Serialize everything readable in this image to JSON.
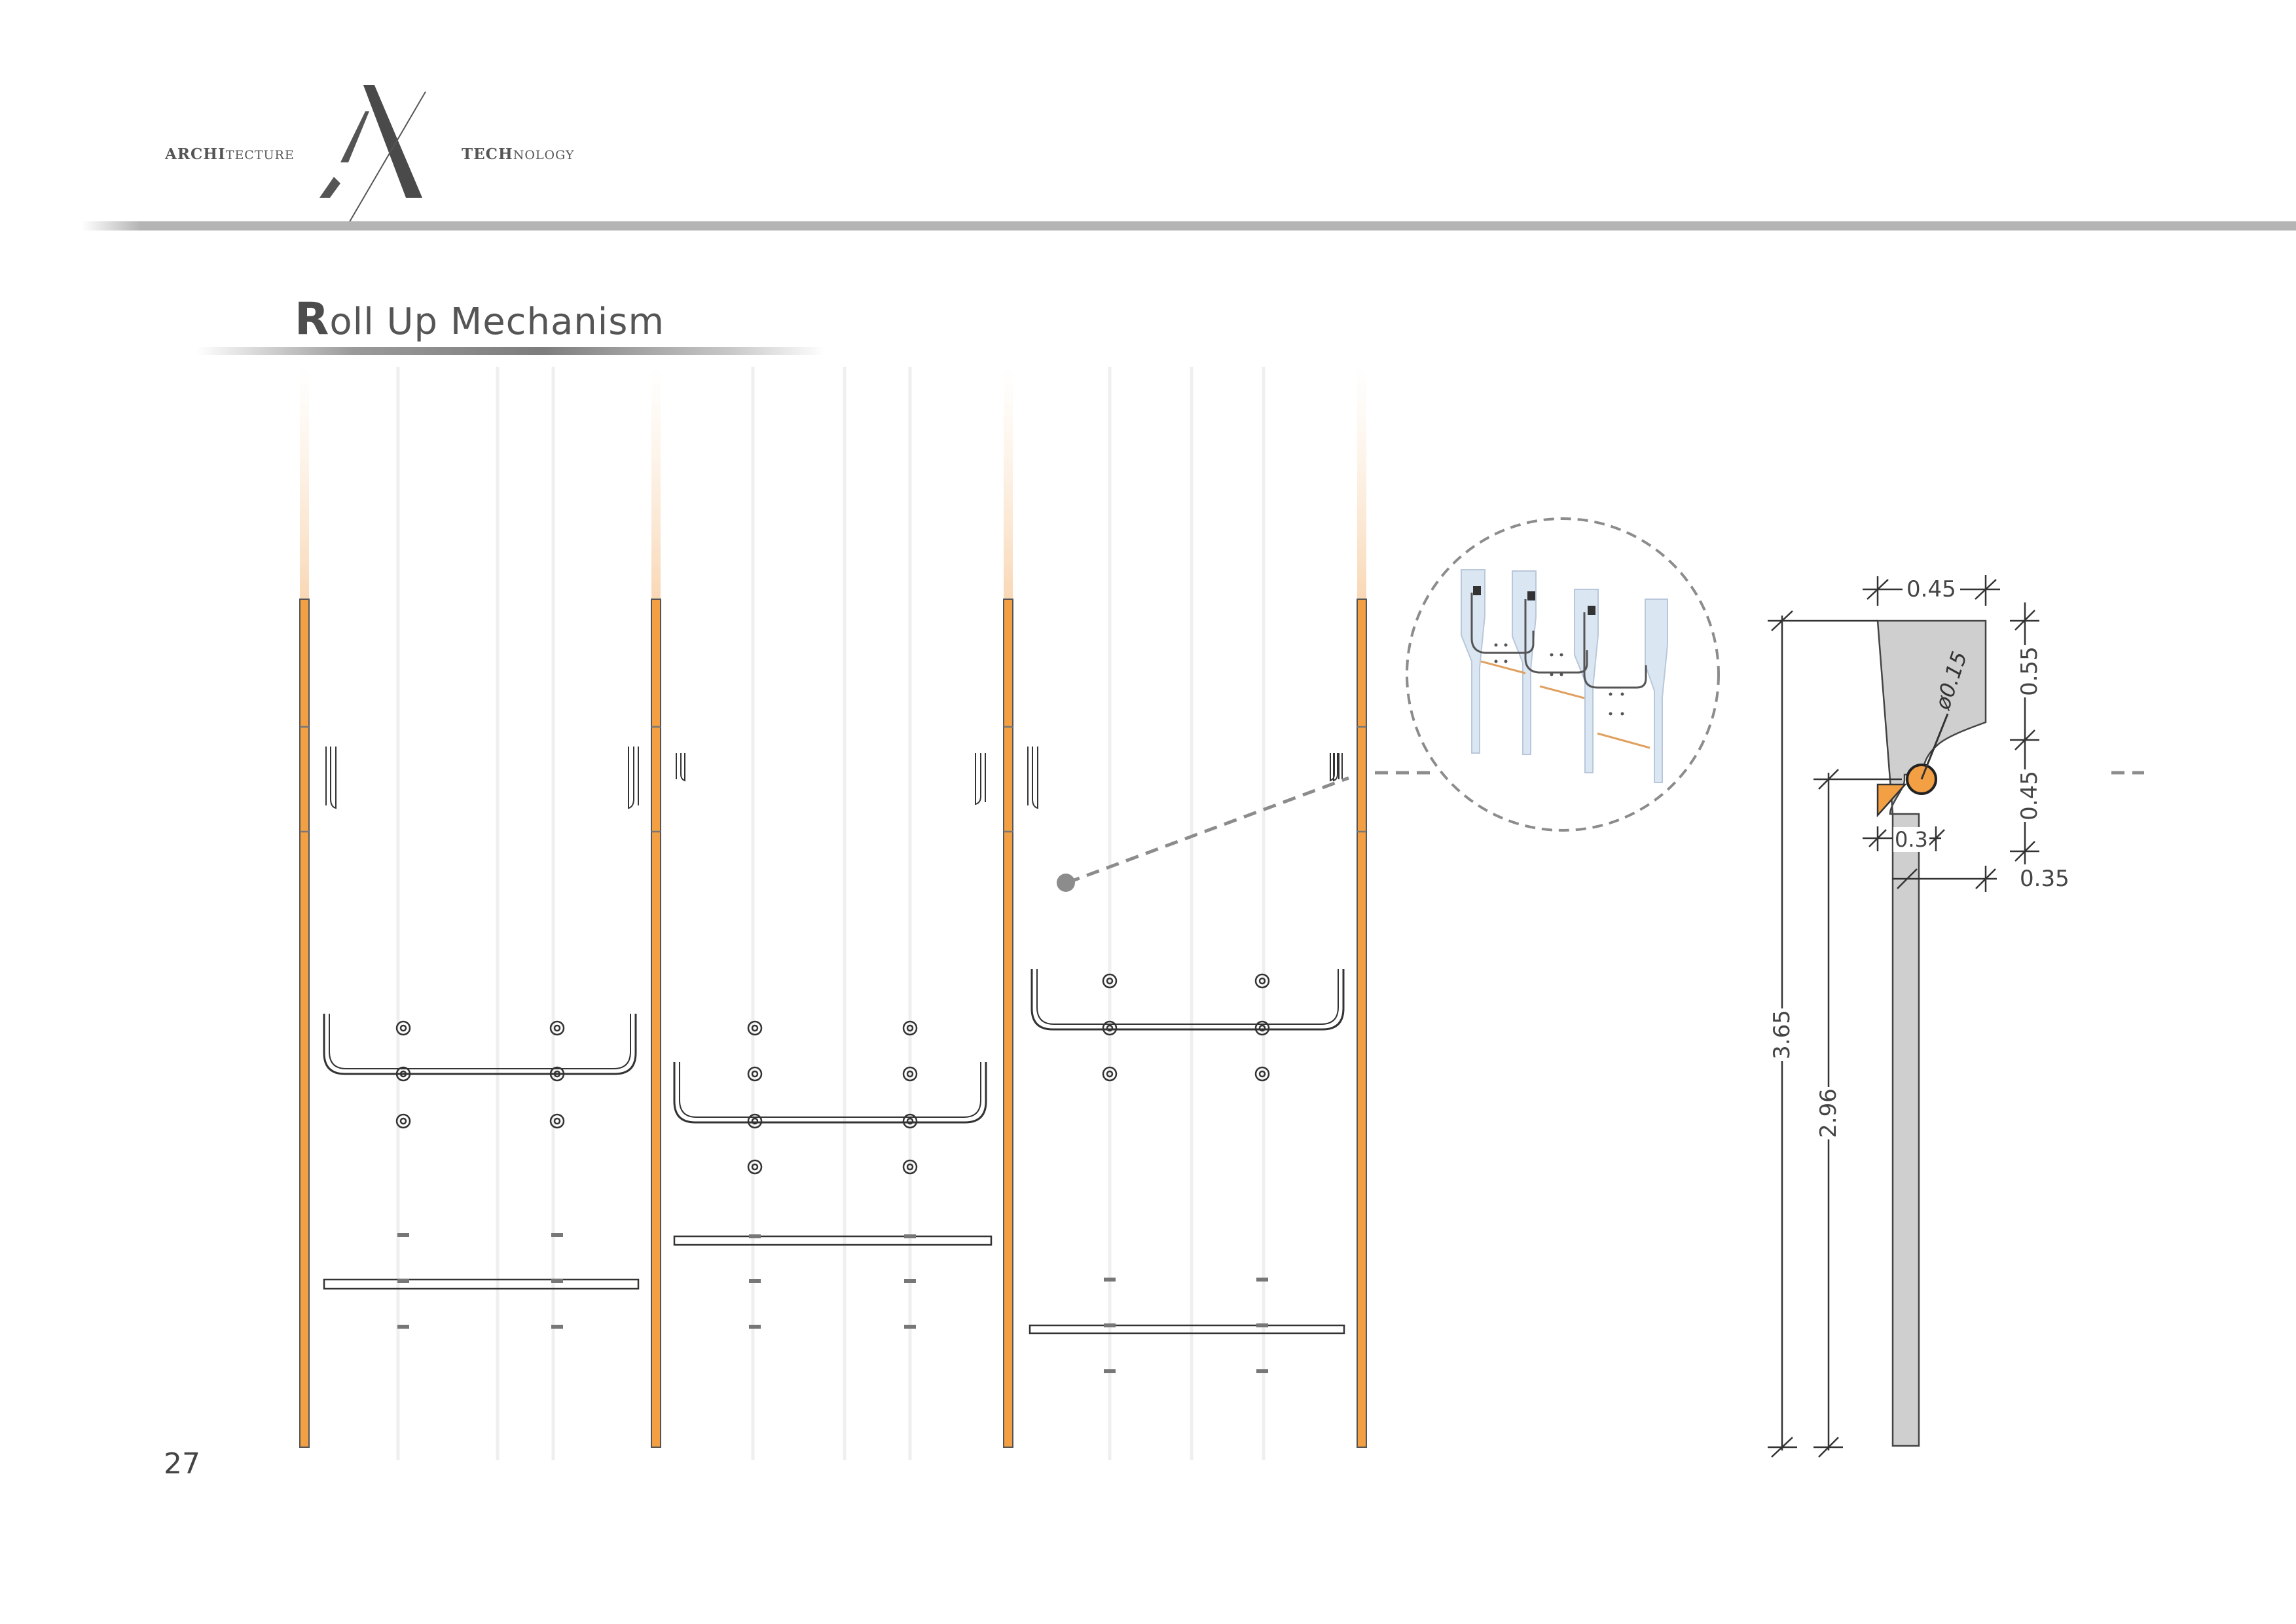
{
  "header": {
    "left_bold": "ARCHI",
    "left_light": "TECTURE",
    "right_bold": "TECH",
    "right_light": "NOLOGY"
  },
  "page": {
    "title_first_letter": "R",
    "title_rest": "oll Up Mechanism",
    "page_number": "27"
  },
  "diagram": {
    "stages": 4,
    "accent_color": "#f3a045",
    "detail_callout_color": "#8c8c8c",
    "section_fill": "#cfcfcf"
  },
  "dimensions": {
    "top_width": "0.45",
    "upper_height": "0.55",
    "middle_height": "0.45",
    "pin_diameter": "ø0.15",
    "slot_width": "0.3",
    "stem_width": "0.35",
    "total_height": "3.65",
    "lower_height": "2.96"
  },
  "icons": {
    "logo": "ax-monogram-logo",
    "callout_dot": "callout-dot-icon"
  }
}
